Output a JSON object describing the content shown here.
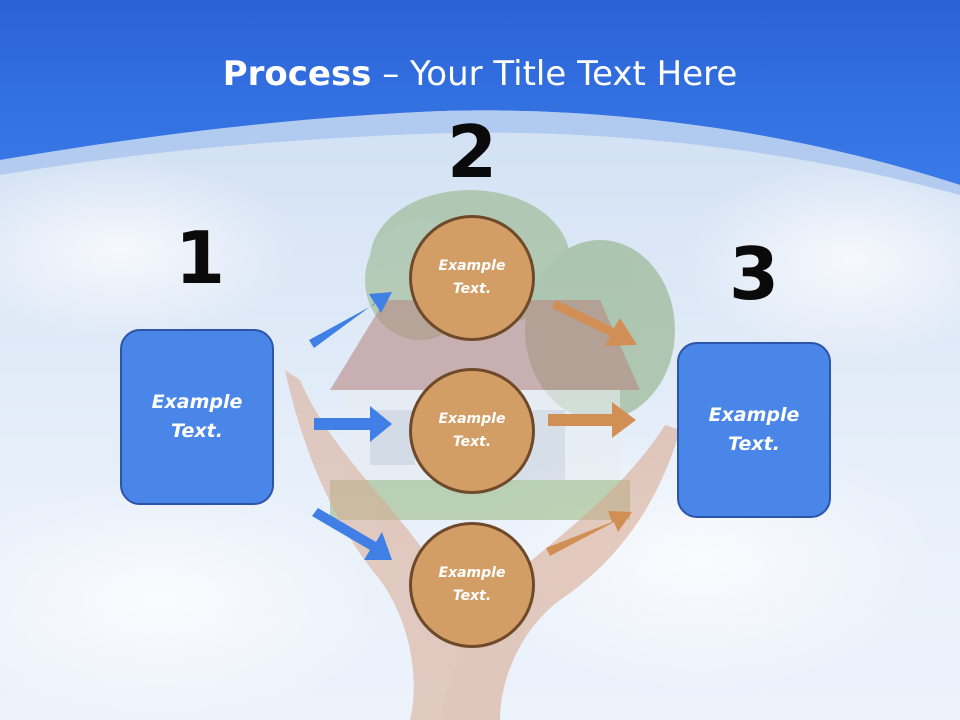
{
  "title": {
    "bold": "Process",
    "rest": " – Your Title Text Here"
  },
  "steps": {
    "one": "1",
    "two": "2",
    "three": "3"
  },
  "left_box": {
    "line1": "Example",
    "line2": "Text."
  },
  "right_box": {
    "line1": "Example",
    "line2": "Text."
  },
  "circles": [
    {
      "line1": "Example",
      "line2": "Text."
    },
    {
      "line1": "Example",
      "line2": "Text."
    },
    {
      "line1": "Example",
      "line2": "Text."
    }
  ],
  "colors": {
    "header": "#2f6ee0",
    "box": "#4a86e8",
    "circle": "#d39e66",
    "arrow_blue": "#3f7fe6",
    "arrow_orange": "#d18f55"
  }
}
